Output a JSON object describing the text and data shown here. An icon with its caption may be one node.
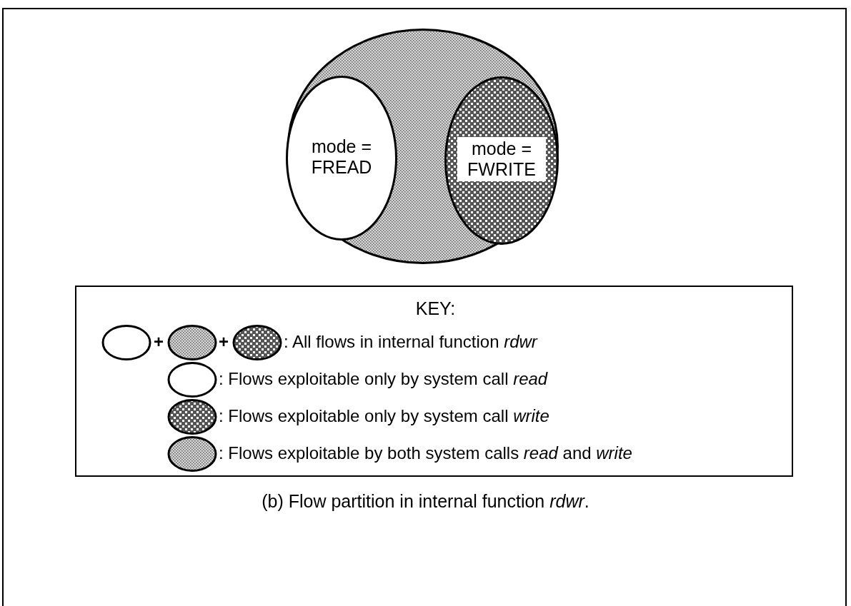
{
  "diagram": {
    "caption": "(b)  Flow partition in internal function *rdwr*.",
    "nodes": [
      {
        "text": [],
        "shape": "circle"
      },
      {
        "text": [
          "mode = FREAD"
        ],
        "in": 0
      },
      {
        "text": [
          "mode = FWRITE"
        ],
        "in": 0
      },
      {
        "text": [
          "KEY:"
        ]
      }
    ],
    "labels": [
      "+",
      "+"
    ],
    "legend": [
      {
        "text": ": All flows in internal function *rdwr*"
      },
      {
        "text": ": Flows exploitable only by system call *read*"
      },
      {
        "text": ": Flows exploitable only by system call *write*"
      },
      {
        "text": ": Flows exploitable by both system calls *read* and *write*"
      }
    ]
  }
}
